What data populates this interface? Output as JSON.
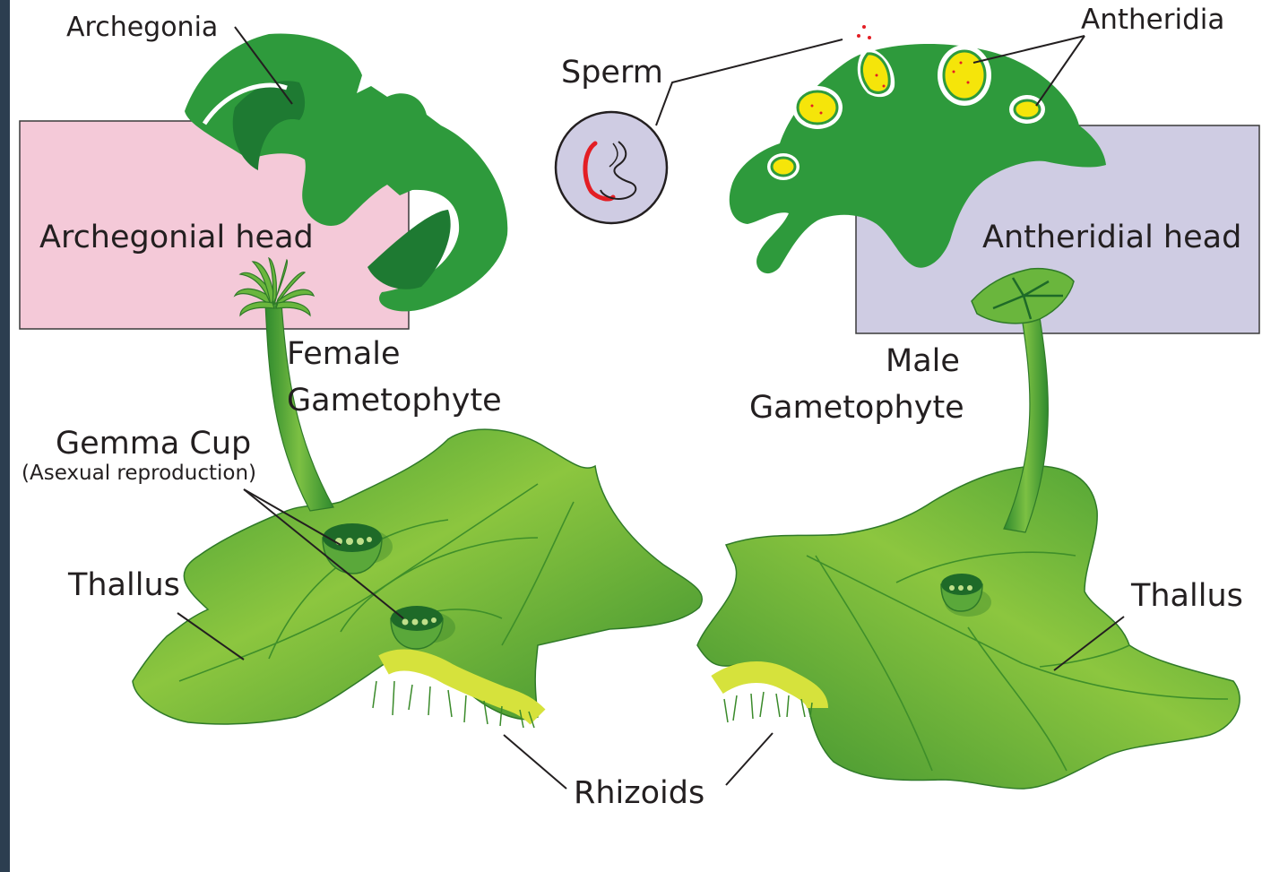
{
  "labels": {
    "archegonia": "Archegonia",
    "archegonial_head": "Archegonial head",
    "female_line1": "Female",
    "female_line2": "Gametophyte",
    "gemma_cup": "Gemma Cup",
    "gemma_cup_note": "(Asexual reproduction)",
    "thallus_left": "Thallus",
    "sperm": "Sperm",
    "antheridia": "Antheridia",
    "antheridial_head": "Antheridial head",
    "male_line1": "Male",
    "male_line2": "Gametophyte",
    "thallus_right": "Thallus",
    "rhizoids": "Rhizoids"
  },
  "colors": {
    "pink_box": "#f4c9d8",
    "lavender_box": "#cfcce3",
    "head_green": "#2e9a3c",
    "thallus_light": "#8cc63f",
    "thallus_dark": "#3f9a34",
    "rhizoid_yellow": "#d6e23c",
    "antheridium_yellow": "#f5e50a",
    "sperm_red": "#e31e24",
    "frame_dark": "#2c3e50"
  }
}
